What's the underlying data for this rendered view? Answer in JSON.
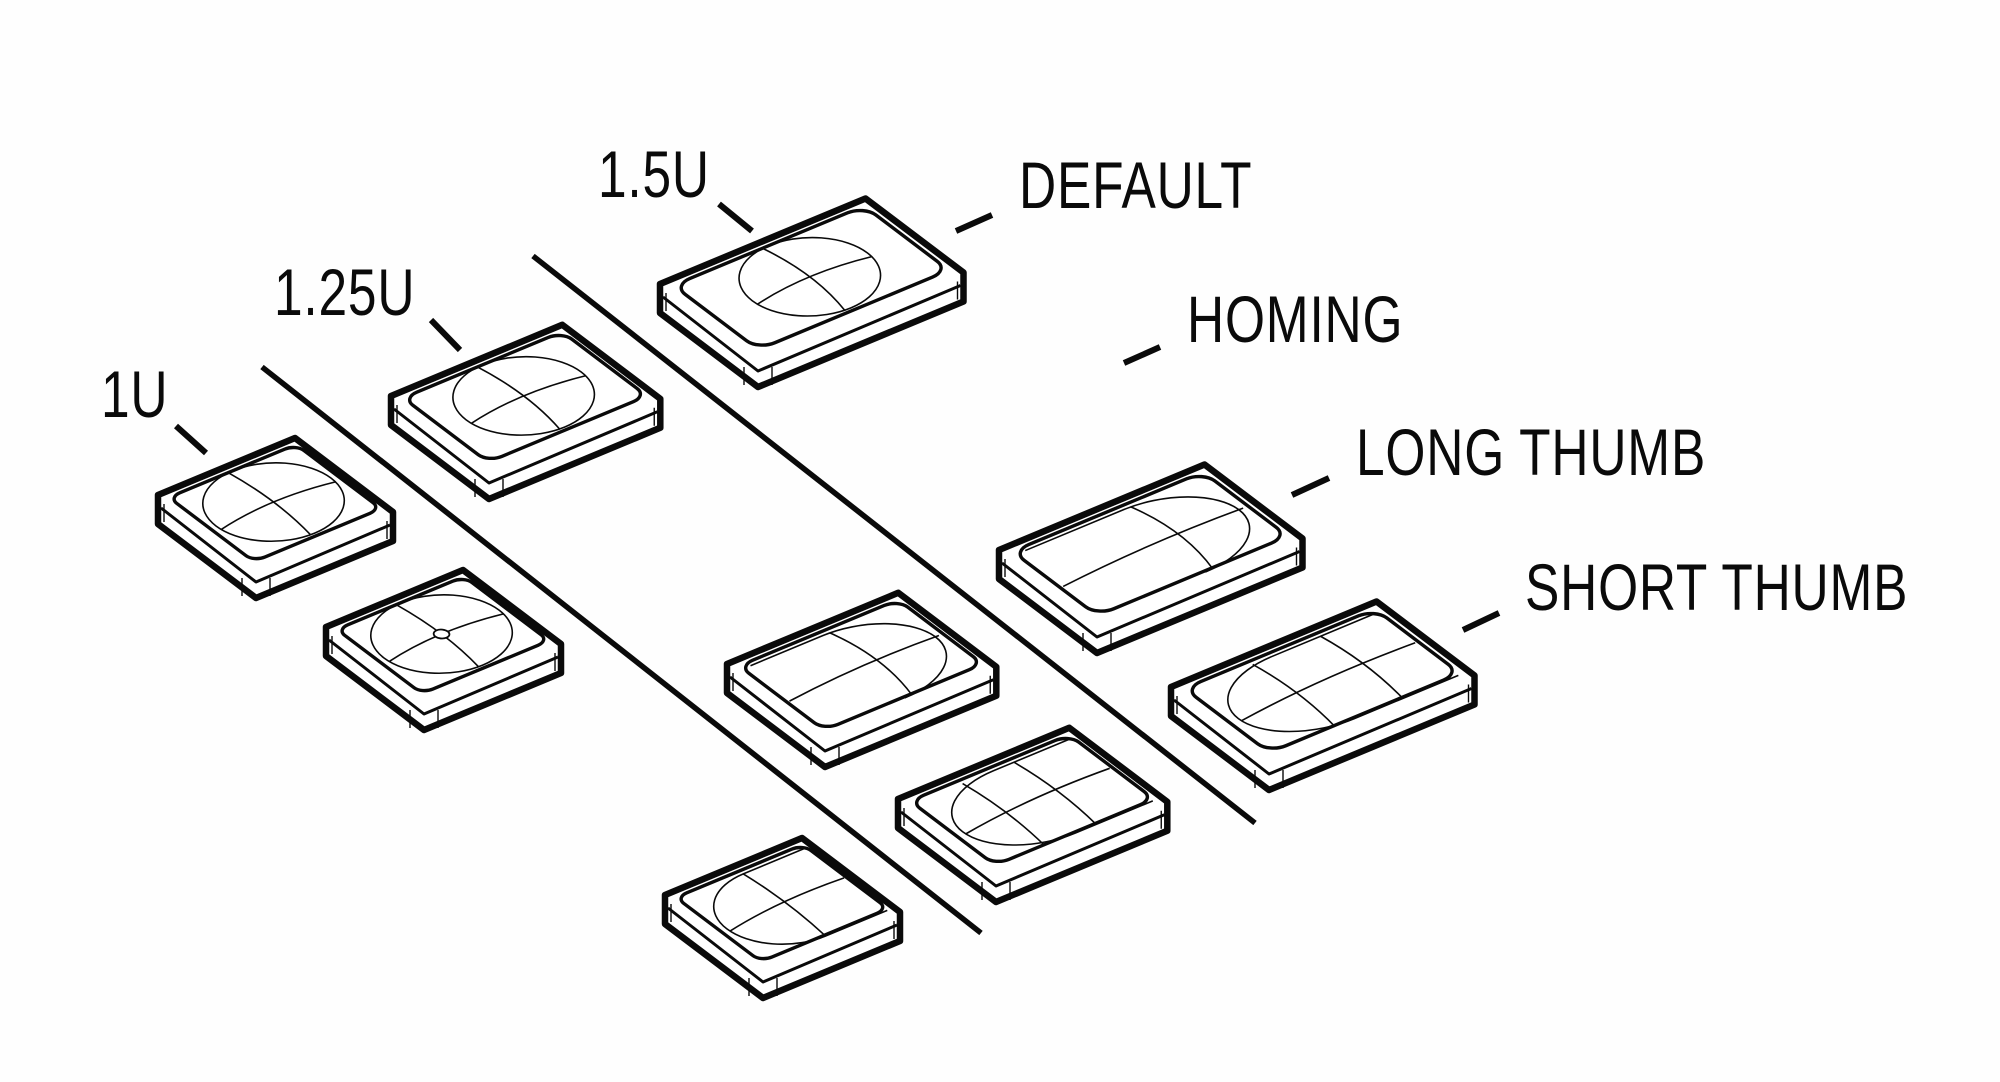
{
  "diagram": {
    "title": "",
    "colors": {
      "ink": "#0a0a0a",
      "background": "#fefefe"
    },
    "size_labels": {
      "u1": "1U",
      "u125": "1.25U",
      "u15": "1.5U"
    },
    "row_labels": {
      "default": "DEFAULT",
      "homing": "HOMING",
      "long_thumb": "LONG THUMB",
      "short_thumb": "SHORT THUMB"
    },
    "keys": [
      {
        "id": "k1",
        "size": "1U",
        "row": "DEFAULT",
        "dish": "spherical"
      },
      {
        "id": "k2",
        "size": "1U",
        "row": "HOMING",
        "dish": "spherical-homing-dot"
      },
      {
        "id": "k3",
        "size": "1U",
        "row": "SHORT THUMB",
        "dish": "scoop-back"
      },
      {
        "id": "k4",
        "size": "1.25U",
        "row": "DEFAULT",
        "dish": "spherical"
      },
      {
        "id": "k5",
        "size": "1.25U",
        "row": "LONG THUMB",
        "dish": "scoop-front"
      },
      {
        "id": "k6",
        "size": "1.25U",
        "row": "SHORT THUMB",
        "dish": "scoop-back"
      },
      {
        "id": "k7",
        "size": "1.5U",
        "row": "DEFAULT",
        "dish": "spherical"
      },
      {
        "id": "k8",
        "size": "1.5U",
        "row": "LONG THUMB",
        "dish": "scoop-front"
      },
      {
        "id": "k9",
        "size": "1.5U",
        "row": "SHORT THUMB",
        "dish": "scoop-back"
      }
    ],
    "column_dividers": 2
  }
}
